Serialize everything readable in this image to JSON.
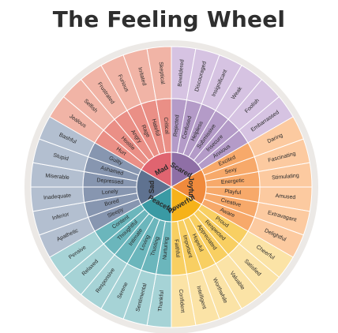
{
  "title": "The Feeling Wheel",
  "wheel": {
    "colors": {
      "Mad": {
        "core": "#e06470",
        "mid": "#ea8f86",
        "outer": "#f1b4a6"
      },
      "Scared": {
        "core": "#8f6fa6",
        "mid": "#b49bc8",
        "outer": "#d6c3e2"
      },
      "Joyful": {
        "core": "#f08a3c",
        "mid": "#f7a96a",
        "outer": "#fccaa0"
      },
      "Powerful": {
        "core": "#f6b21a",
        "mid": "#f8cf62",
        "outer": "#fbe3a6"
      },
      "Peaceful": {
        "core": "#3a9aa4",
        "mid": "#6bb6bc",
        "outer": "#a6d3d6"
      },
      "Sad": {
        "core": "#5f7290",
        "mid": "#8796b0",
        "outer": "#b3bfd0"
      }
    },
    "core": [
      {
        "name": "Mad",
        "start": -150,
        "end": -90
      },
      {
        "name": "Scared",
        "start": -90,
        "end": -30
      },
      {
        "name": "Joyful",
        "start": -30,
        "end": 30
      },
      {
        "name": "Powerful",
        "start": 30,
        "end": 90
      },
      {
        "name": "Peaceful",
        "start": 90,
        "end": 150
      },
      {
        "name": "Sad",
        "start": 150,
        "end": 210
      }
    ],
    "mid": [
      {
        "group": "Mad",
        "label": "Hurt"
      },
      {
        "group": "Mad",
        "label": "Hostile"
      },
      {
        "group": "Mad",
        "label": "Angry"
      },
      {
        "group": "Mad",
        "label": "Rage"
      },
      {
        "group": "Mad",
        "label": "Hateful"
      },
      {
        "group": "Mad",
        "label": "Critical"
      },
      {
        "group": "Scared",
        "label": "Rejected"
      },
      {
        "group": "Scared",
        "label": "Confused"
      },
      {
        "group": "Scared",
        "label": "Helpless"
      },
      {
        "group": "Scared",
        "label": "Submissive"
      },
      {
        "group": "Scared",
        "label": "Insecure"
      },
      {
        "group": "Scared",
        "label": "Anxious"
      },
      {
        "group": "Joyful",
        "label": "Excited"
      },
      {
        "group": "Joyful",
        "label": "Sexy"
      },
      {
        "group": "Joyful",
        "label": "Energetic"
      },
      {
        "group": "Joyful",
        "label": "Playful"
      },
      {
        "group": "Joyful",
        "label": "Creative"
      },
      {
        "group": "Joyful",
        "label": "Aware"
      },
      {
        "group": "Powerful",
        "label": "Proud"
      },
      {
        "group": "Powerful",
        "label": "Respected"
      },
      {
        "group": "Powerful",
        "label": "Appreciated"
      },
      {
        "group": "Powerful",
        "label": "Hopeful"
      },
      {
        "group": "Powerful",
        "label": "Important"
      },
      {
        "group": "Powerful",
        "label": "Faithful"
      },
      {
        "group": "Peaceful",
        "label": "Nurturing"
      },
      {
        "group": "Peaceful",
        "label": "Trusting"
      },
      {
        "group": "Peaceful",
        "label": "Loving"
      },
      {
        "group": "Peaceful",
        "label": "Intimate"
      },
      {
        "group": "Peaceful",
        "label": "Thoughtful"
      },
      {
        "group": "Peaceful",
        "label": "Content"
      },
      {
        "group": "Sad",
        "label": "Sleepy"
      },
      {
        "group": "Sad",
        "label": "Bored"
      },
      {
        "group": "Sad",
        "label": "Lonely"
      },
      {
        "group": "Sad",
        "label": "Depressed"
      },
      {
        "group": "Sad",
        "label": "Ashamed"
      },
      {
        "group": "Sad",
        "label": "Guilty"
      }
    ],
    "outer": [
      {
        "group": "Mad",
        "label": "Jealous"
      },
      {
        "group": "Mad",
        "label": "Selfish"
      },
      {
        "group": "Mad",
        "label": "Frustrated"
      },
      {
        "group": "Mad",
        "label": "Furious"
      },
      {
        "group": "Mad",
        "label": "Irritated"
      },
      {
        "group": "Mad",
        "label": "Skeptical"
      },
      {
        "group": "Scared",
        "label": "Bewildered"
      },
      {
        "group": "Scared",
        "label": "Discouraged"
      },
      {
        "group": "Scared",
        "label": "Insignificant"
      },
      {
        "group": "Scared",
        "label": "Weak"
      },
      {
        "group": "Scared",
        "label": "Foolish"
      },
      {
        "group": "Scared",
        "label": "Embarrassed"
      },
      {
        "group": "Joyful",
        "label": "Daring"
      },
      {
        "group": "Joyful",
        "label": "Fascinating"
      },
      {
        "group": "Joyful",
        "label": "Stimulating"
      },
      {
        "group": "Joyful",
        "label": "Amused"
      },
      {
        "group": "Joyful",
        "label": "Extravagant"
      },
      {
        "group": "Joyful",
        "label": "Delightful"
      },
      {
        "group": "Powerful",
        "label": "Cheerful"
      },
      {
        "group": "Powerful",
        "label": "Satisfied"
      },
      {
        "group": "Powerful",
        "label": "Valuable"
      },
      {
        "group": "Powerful",
        "label": "Worthwhile"
      },
      {
        "group": "Powerful",
        "label": "Intelligent"
      },
      {
        "group": "Powerful",
        "label": "Confident"
      },
      {
        "group": "Peaceful",
        "label": "Thankful"
      },
      {
        "group": "Peaceful",
        "label": "Sentimental"
      },
      {
        "group": "Peaceful",
        "label": "Serene"
      },
      {
        "group": "Peaceful",
        "label": "Responsive"
      },
      {
        "group": "Peaceful",
        "label": "Relaxed"
      },
      {
        "group": "Peaceful",
        "label": "Pensive"
      },
      {
        "group": "Sad",
        "label": "Apathetic"
      },
      {
        "group": "Sad",
        "label": "Inferior"
      },
      {
        "group": "Sad",
        "label": "Inadequate"
      },
      {
        "group": "Sad",
        "label": "Miserable"
      },
      {
        "group": "Sad",
        "label": "Stupid"
      },
      {
        "group": "Sad",
        "label": "Bashful"
      }
    ]
  }
}
